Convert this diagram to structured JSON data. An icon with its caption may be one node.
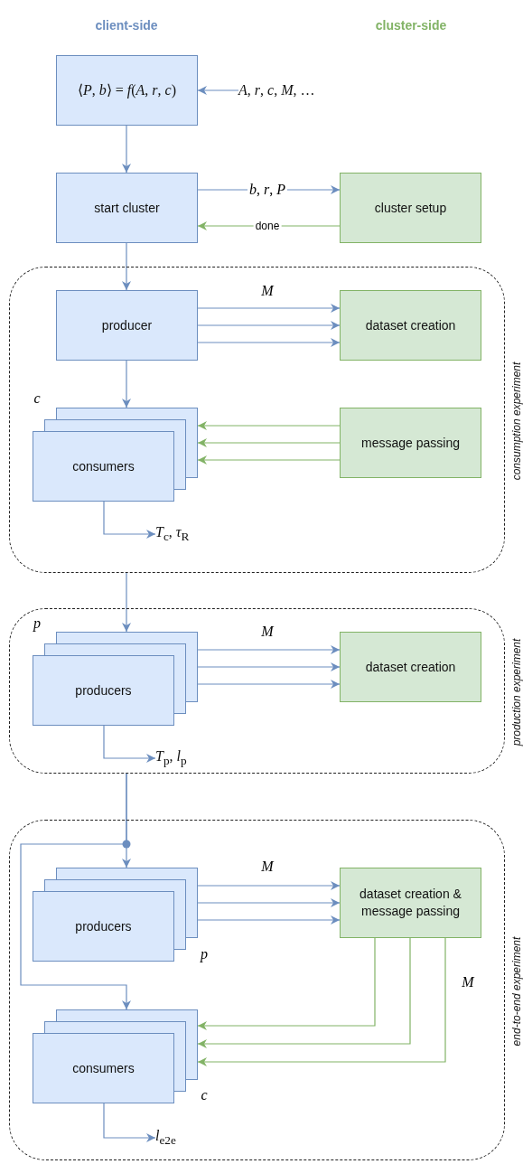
{
  "diagram": {
    "nodes": [
      {
        "text": [
          "⟨*P*, *b*⟩ = *f*(*A*, *r*, *c*)"
        ]
      },
      {
        "text": [
          "*A*, *r*, *c*, *M*, …"
        ]
      },
      {
        "text": [
          "start cluster"
        ]
      },
      {
        "text": [
          "cluster setup"
        ]
      },
      {
        "text": [
          "consumption experiment"
        ]
      },
      {
        "text": [
          "producer"
        ],
        "in": 4
      },
      {
        "text": [
          "dataset creation"
        ],
        "in": 4
      },
      {
        "text": [
          "consumers"
        ],
        "in": 4,
        "beside": [
          "c"
        ]
      },
      {
        "text": [
          "message passing"
        ],
        "in": 4
      },
      {
        "text": [
          "*T*$_{c}$, *τ*$_{R}$"
        ],
        "in": 4
      },
      {
        "text": [
          "production experiment"
        ]
      },
      {
        "text": [
          "producers"
        ],
        "in": 10,
        "beside": [
          "p"
        ]
      },
      {
        "text": [
          "dataset creation"
        ],
        "in": 10
      },
      {
        "text": [
          "*T*$_{p}$, *l*$_{p}$"
        ],
        "in": 10
      },
      {
        "text": [
          "end-to-end experiment"
        ]
      },
      {
        "text": [
          "producers"
        ],
        "in": 14,
        "beside": [
          "p"
        ]
      },
      {
        "text": [
          "dataset creation & message passing"
        ],
        "in": 14
      },
      {
        "text": [
          "consumers"
        ],
        "in": 14,
        "beside": [
          "c"
        ]
      },
      {
        "text": [
          "*l*$_{e2e}$"
        ],
        "in": 14
      }
    ],
    "edges": [
      {
        "from": 1,
        "to": 0,
        "arrow": "to"
      },
      {
        "from": 0,
        "to": 2,
        "arrow": "to"
      },
      {
        "from": 2,
        "to": 3,
        "arrow": "to",
        "label": "*b*, *r*, *P*"
      },
      {
        "from": 3,
        "to": 2,
        "arrow": "to",
        "label": "done",
        "color": "#82b366"
      },
      {
        "from": 2,
        "to": 5,
        "arrow": "to"
      },
      {
        "from": 5,
        "to": 6,
        "arrow": "to",
        "label": "M"
      },
      {
        "from": 5,
        "to": 6,
        "arrow": "to"
      },
      {
        "from": 5,
        "to": 6,
        "arrow": "to"
      },
      {
        "from": 5,
        "to": 7,
        "arrow": "to"
      },
      {
        "from": 8,
        "to": 7,
        "arrow": "to",
        "color": "#82b366"
      },
      {
        "from": 8,
        "to": 7,
        "arrow": "to",
        "color": "#82b366"
      },
      {
        "from": 8,
        "to": 7,
        "arrow": "to",
        "color": "#82b366"
      },
      {
        "from": 7,
        "to": 9,
        "arrow": "to"
      },
      {
        "from": 4,
        "to": 11,
        "arrow": "to"
      },
      {
        "from": 11,
        "to": 12,
        "arrow": "to",
        "label": "M"
      },
      {
        "from": 11,
        "to": 12,
        "arrow": "to"
      },
      {
        "from": 11,
        "to": 12,
        "arrow": "to"
      },
      {
        "from": 11,
        "to": 13,
        "arrow": "to"
      },
      {
        "from": 10,
        "to": 15,
        "arrow": "to"
      },
      {
        "from": 10,
        "to": 17,
        "arrow": "to"
      },
      {
        "from": 15,
        "to": 16,
        "arrow": "to",
        "label": "M"
      },
      {
        "from": 15,
        "to": 16,
        "arrow": "to"
      },
      {
        "from": 15,
        "to": 16,
        "arrow": "to"
      },
      {
        "from": 16,
        "to": 17,
        "arrow": "to",
        "color": "#82b366"
      },
      {
        "from": 16,
        "to": 17,
        "arrow": "to",
        "color": "#82b366"
      },
      {
        "from": 16,
        "to": 17,
        "arrow": "to",
        "label": "M",
        "color": "#82b366"
      },
      {
        "from": 17,
        "to": 18,
        "arrow": "to"
      }
    ],
    "labels": [
      "client-side",
      "cluster-side"
    ]
  }
}
